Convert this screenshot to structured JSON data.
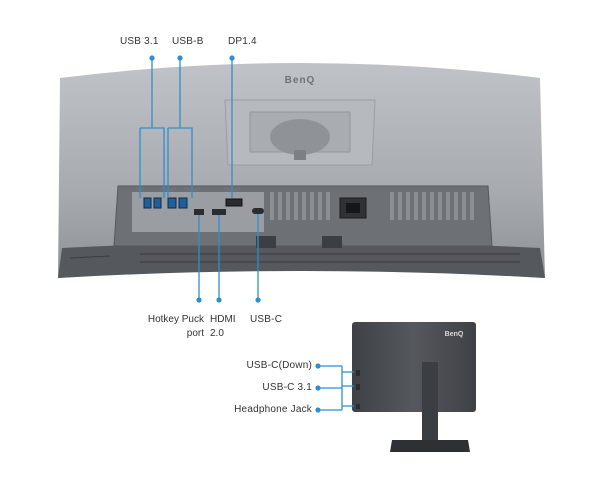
{
  "brand": "BenQ",
  "callouts_top": {
    "usb31": "USB 3.1",
    "usbb": "USB-B",
    "dp": "DP1.4"
  },
  "callouts_bottom": {
    "hotkey_line1": "Hotkey Puck",
    "hotkey_line2": "port",
    "hdmi_line1": "HDMI",
    "hdmi_line2": "2.0",
    "usbc": "USB-C"
  },
  "callouts_side": {
    "usbc_down": "USB-C(Down)",
    "usbc31": "USB-C 3.1",
    "headphone": "Headphone Jack"
  },
  "colors": {
    "accent": "#2e8fd0",
    "monitor_back": "#a9adb1",
    "panel_dark": "#4a4d51",
    "side_monitor": "#4b4e53"
  }
}
